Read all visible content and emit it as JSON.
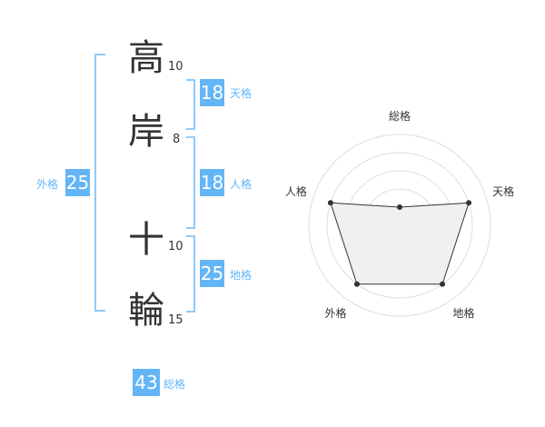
{
  "name": {
    "chars": [
      {
        "char": "高",
        "strokes": "10"
      },
      {
        "char": "岸",
        "strokes": "8"
      },
      {
        "char": "十",
        "strokes": "10"
      },
      {
        "char": "輪",
        "strokes": "15"
      }
    ]
  },
  "kaku": {
    "tenkaku": {
      "value": "18",
      "label": "天格"
    },
    "jinkaku": {
      "value": "18",
      "label": "人格"
    },
    "chikaku": {
      "value": "25",
      "label": "地格"
    },
    "gaikaku": {
      "value": "25",
      "label": "外格"
    },
    "soukaku": {
      "value": "43",
      "label": "総格"
    }
  },
  "colors": {
    "accent": "#64b5f6",
    "bracket": "#90caf9",
    "label": "#64b5f6"
  },
  "chart_data": {
    "type": "radar",
    "axes": [
      "総格",
      "天格",
      "地格",
      "外格",
      "人格"
    ],
    "values": [
      1,
      4,
      4,
      4,
      4
    ],
    "range": [
      0,
      5
    ],
    "rings": 5,
    "grid": true
  }
}
